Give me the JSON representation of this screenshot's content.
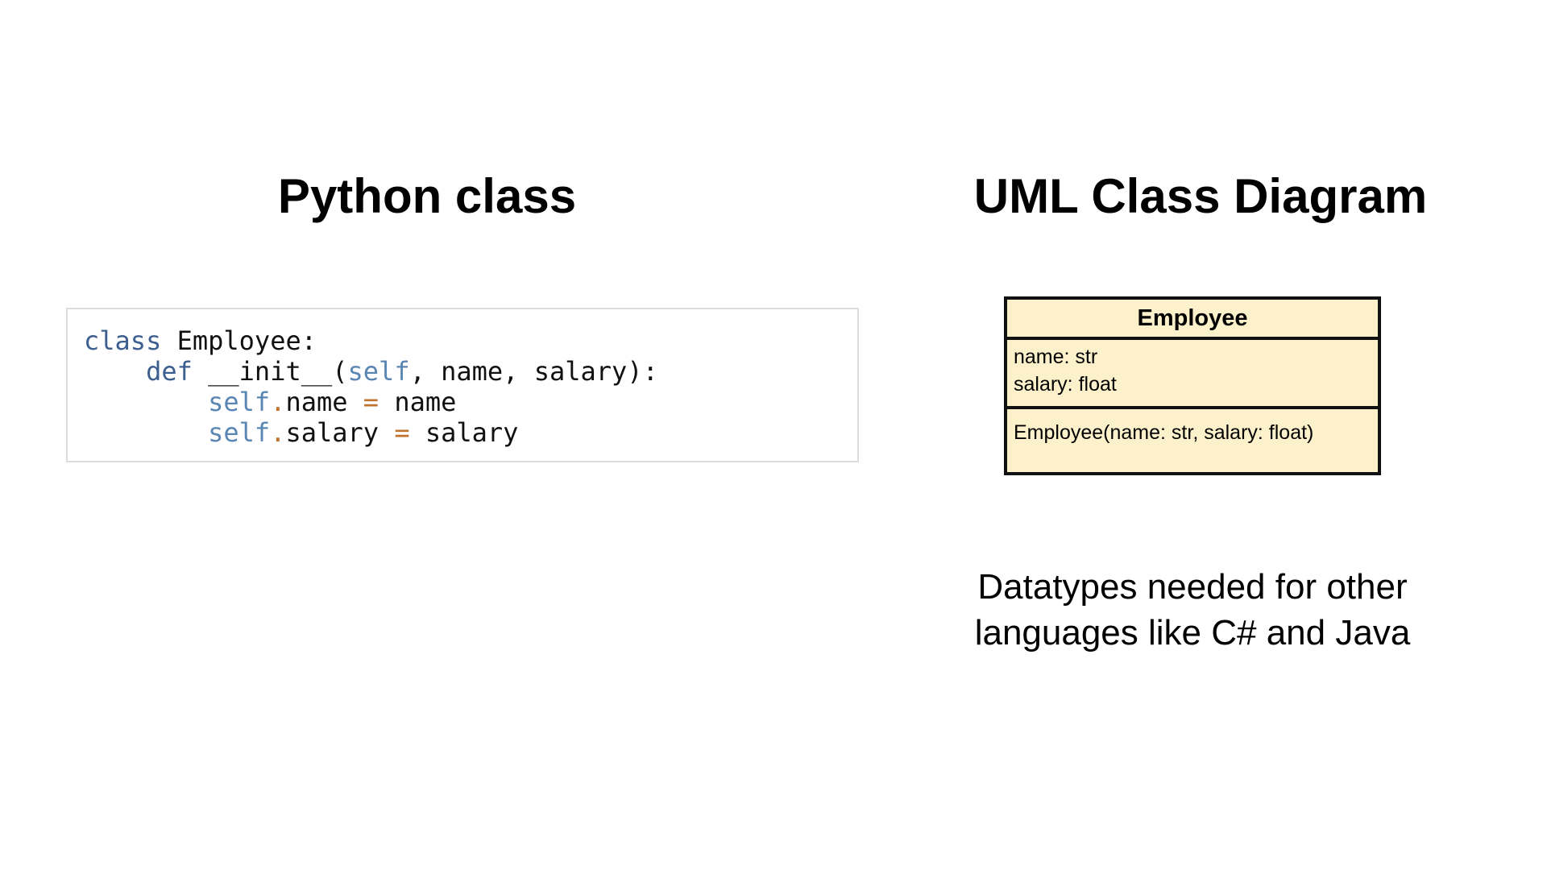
{
  "left_panel": {
    "heading": "Python class",
    "code": {
      "lines": [
        [
          {
            "text": "class",
            "kind": "kw"
          },
          {
            "text": " Employee:",
            "kind": "plain"
          }
        ],
        [
          {
            "text": "    ",
            "kind": "plain"
          },
          {
            "text": "def",
            "kind": "kw"
          },
          {
            "text": " __init__(",
            "kind": "plain"
          },
          {
            "text": "self",
            "kind": "self"
          },
          {
            "text": ", name, salary):",
            "kind": "plain"
          }
        ],
        [
          {
            "text": "        ",
            "kind": "plain"
          },
          {
            "text": "self",
            "kind": "self"
          },
          {
            "text": ".",
            "kind": "op"
          },
          {
            "text": "name ",
            "kind": "plain"
          },
          {
            "text": "=",
            "kind": "op"
          },
          {
            "text": " name",
            "kind": "plain"
          }
        ],
        [
          {
            "text": "        ",
            "kind": "plain"
          },
          {
            "text": "self",
            "kind": "self"
          },
          {
            "text": ".",
            "kind": "op"
          },
          {
            "text": "salary ",
            "kind": "plain"
          },
          {
            "text": "=",
            "kind": "op"
          },
          {
            "text": " salary",
            "kind": "plain"
          }
        ]
      ]
    }
  },
  "right_panel": {
    "heading": "UML Class Diagram",
    "uml_class": {
      "name": "Employee",
      "attributes": [
        "name: str",
        "salary: float"
      ],
      "operations": [
        "Employee(name: str, salary: float)"
      ]
    },
    "note": "Datatypes needed for other languages like C# and Java"
  },
  "colors": {
    "keyword": "#3d5f8f",
    "self": "#5a86b3",
    "operator": "#c0732d",
    "uml_fill": "#fdf1cb",
    "uml_border": "#111111",
    "code_border": "#dcdcdc"
  }
}
